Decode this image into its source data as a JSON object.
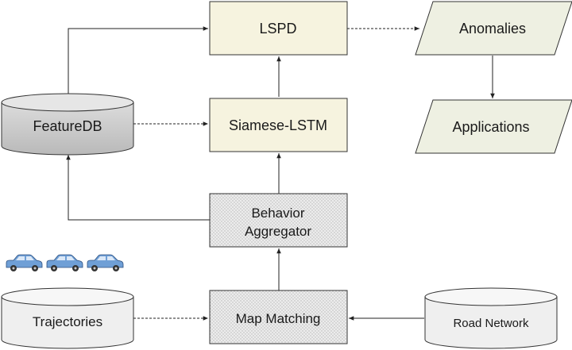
{
  "nodes": {
    "lspd": "LSPD",
    "siamese": "Siamese-LSTM",
    "behavior_line1": "Behavior",
    "behavior_line2": "Aggregator",
    "map_matching": "Map Matching",
    "anomalies": "Anomalies",
    "applications": "Applications",
    "featuredb": "FeatureDB",
    "trajectories": "Trajectories",
    "road_network": "Road Network"
  },
  "colors": {
    "cream_fill": "#f6f3df",
    "dotted_fill": "#e6e6e6",
    "para_fill": "#eef0e2",
    "db_gray": "#c9c9c9",
    "db_light": "#eeeeee",
    "car_blue": "#6f9fd6",
    "stroke": "#333333"
  },
  "icons": [
    "car-icon",
    "car-icon",
    "car-icon"
  ]
}
